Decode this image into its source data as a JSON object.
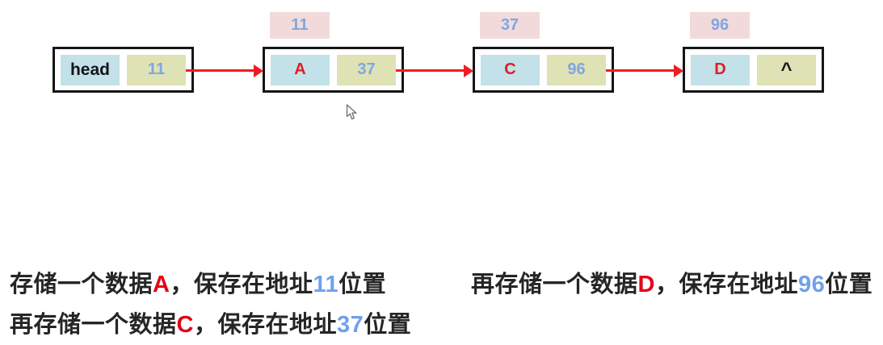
{
  "diagram": {
    "nodes": [
      {
        "address": "",
        "data": "head",
        "next": "11"
      },
      {
        "address": "11",
        "data": "A",
        "next": "37"
      },
      {
        "address": "37",
        "data": "C",
        "next": "96"
      },
      {
        "address": "96",
        "data": "D",
        "next": "^"
      }
    ]
  },
  "captions": {
    "line1": {
      "s0": "存储一个数据",
      "s1": "A",
      "s2": "，保存在地址",
      "s3": "11",
      "s4": "位置"
    },
    "line2": {
      "s0": "再存储一个数据",
      "s1": "C",
      "s2": "，保存在地址",
      "s3": "37",
      "s4": "位置"
    },
    "line3": {
      "s0": "再存储一个数据",
      "s1": "D",
      "s2": "，保存在地址",
      "s3": "96",
      "s4": "位置"
    }
  },
  "icons": {
    "mouse_cursor": "arrow-pointer"
  },
  "colors": {
    "cell_blue": "#c3e1e8",
    "cell_olive": "#dfe2b4",
    "addr_pink": "#f3dada",
    "pointer_blue": "#7fa6e3",
    "letter_red": "#e11d26",
    "arrow_red": "#ee1c24",
    "box_border": "#151515",
    "caption_dark": "#252525",
    "caption_red": "#e50019",
    "caption_blue": "#70a0ea"
  }
}
